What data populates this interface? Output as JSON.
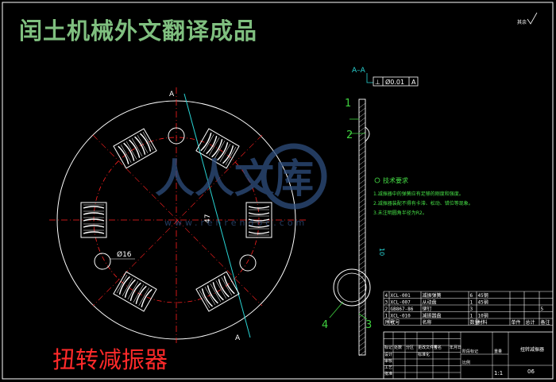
{
  "header": {
    "banner": "闰土机械外文翻译成品",
    "corner_mark": "其余"
  },
  "section": {
    "label": "A–A",
    "cut_mark_top": "A",
    "cut_mark_bottom": "A",
    "tolerance": {
      "symbol": "⊥",
      "value": "Ø0.01",
      "datum": "A"
    }
  },
  "plate": {
    "hole_dim": "Ø16",
    "slot_dim": "47"
  },
  "watermark": {
    "brand": "人人文库",
    "url": "www.renrendoc.com"
  },
  "callouts": [
    "1",
    "2",
    "3",
    "4"
  ],
  "tech_req": {
    "title": "技术要求",
    "items": [
      "1.减振器中的弹簧应有足够的刚度和强度。",
      "2.减振器装配不得有卡滞、松动、错位等现象。",
      "3.未注明圆角半径为R2。"
    ]
  },
  "parts_list": {
    "rows": [
      {
        "no": "4",
        "code": "XCL-001",
        "name": "减振弹簧",
        "qty": "6",
        "mat": "45钢",
        "note": ""
      },
      {
        "no": "3",
        "code": "XCL-007",
        "name": "从动盘",
        "qty": "1",
        "mat": "45钢",
        "note": ""
      },
      {
        "no": "2",
        "code": "GB867-86",
        "name": "铆钉",
        "qty": "3",
        "mat": "",
        "note": "5"
      },
      {
        "no": "1",
        "code": "XCL-010",
        "name": "减振器盘",
        "qty": "1",
        "mat": "10钢",
        "note": ""
      }
    ],
    "header": {
      "no": "序号",
      "code": "代号",
      "name": "名称",
      "qty": "数量",
      "mat": "材料",
      "w1": "单件",
      "w2": "总计",
      "note": "备注"
    }
  },
  "title_block": {
    "drawing_name": "扭转减振器",
    "scale": "1:1",
    "sheet": "06",
    "cells": [
      "标记",
      "处数",
      "分区",
      "更改文件号",
      "签名",
      "年月日",
      "设计",
      "标准化",
      "审核",
      "工艺",
      "批准",
      "阶段标记",
      "重量",
      "比例"
    ]
  },
  "caption": "扭转减振器",
  "colors": {
    "frame": "#ffffff",
    "center": "#ff2020",
    "dim": "#29d4d4",
    "green": "#46e046",
    "banner": "#7fbf7f",
    "caption": "#ff2a2a",
    "watermark": "#2f4f7f",
    "leader": "#3fd23f"
  }
}
